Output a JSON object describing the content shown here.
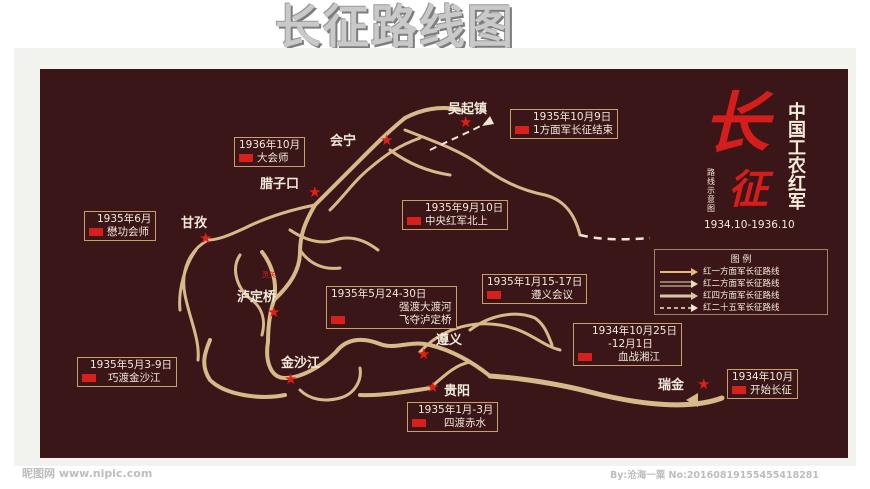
{
  "title": "长征路线图",
  "side_title": {
    "heading": [
      "中",
      "国",
      "工",
      "农",
      "红",
      "军"
    ],
    "calligraphy_1": "长",
    "calligraphy_2": "征",
    "note": [
      "路",
      "线",
      "示",
      "意",
      "图"
    ],
    "dates": "1934.10-1936.10"
  },
  "places": [
    {
      "key": "wuqizhen",
      "name": "吴起镇"
    },
    {
      "key": "huining",
      "name": "会宁"
    },
    {
      "key": "lazikou",
      "name": "腊子口"
    },
    {
      "key": "ganzi",
      "name": "甘孜"
    },
    {
      "key": "ludingqiao",
      "name": "泸定桥"
    },
    {
      "key": "jinshajiang",
      "name": "金沙江"
    },
    {
      "key": "zunyi",
      "name": "遵义"
    },
    {
      "key": "guiyang",
      "name": "贵阳"
    },
    {
      "key": "ruijin",
      "name": "瑞金"
    }
  ],
  "small_red_label": "灵关",
  "events": [
    {
      "date": "1935年10月9日",
      "text": "1方面军长征结束"
    },
    {
      "date": "1936年10月",
      "text": "大会师"
    },
    {
      "date": "1935年9月10日",
      "text": "中央红军北上"
    },
    {
      "date": "1935年6月",
      "text": "懋功会师"
    },
    {
      "date": "1935年5月24-30日",
      "text": "强渡大渡河",
      "text2": "飞夺泸定桥"
    },
    {
      "date": "1935年1月15-17日",
      "text": "遵义会议"
    },
    {
      "date": "1934年10月25日",
      "text": "-12月1日",
      "text2": "血战湘江"
    },
    {
      "date": "1935年5月3-9日",
      "text": "巧渡金沙江"
    },
    {
      "date": "1934年10月",
      "text": "开始长征"
    },
    {
      "date": "1935年1月-3月",
      "text": "四渡赤水"
    }
  ],
  "legend": {
    "title": "图  例",
    "items": [
      {
        "label": "红一方面军长征路线",
        "color": "#e6b87a"
      },
      {
        "label": "红二方面军长征路线",
        "color": "#e8dcc0"
      },
      {
        "label": "红四方面军长征路线",
        "color": "#d9c6a6"
      },
      {
        "label": "红二十五军长征路线",
        "color": "#efe6d2"
      }
    ]
  },
  "footer": {
    "left": "昵图网 www.nipic.com",
    "right": "By:沧海一粟 No:20160819155455418281"
  }
}
